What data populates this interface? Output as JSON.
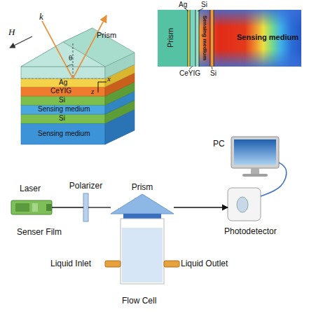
{
  "diagram": {
    "nodes": [
      {
        "text": [
          "Prism"
        ]
      },
      {
        "text": [
          "Ag"
        ]
      },
      {
        "text": [
          "CeYIG"
        ]
      },
      {
        "text": [
          "Si"
        ]
      },
      {
        "text": [
          "Sensing medium"
        ]
      },
      {
        "text": [
          "Si"
        ]
      },
      {
        "text": [
          "Sensing medium"
        ]
      },
      {
        "text": [
          "PC"
        ]
      },
      {
        "text": [
          "Laser"
        ]
      },
      {
        "text": [
          "Polarizer"
        ]
      },
      {
        "text": [
          "Prism"
        ]
      },
      {
        "text": [
          "Photodetector"
        ]
      },
      {
        "text": [
          "Flow Cell"
        ]
      }
    ],
    "edges": [
      {
        "from": 8,
        "to": 9,
        "arrow": "none"
      },
      {
        "from": 9,
        "to": 10,
        "arrow": "none"
      },
      {
        "from": 10,
        "to": 11,
        "arrow": "to"
      },
      {
        "from": 11,
        "to": 7,
        "arrow": "none"
      }
    ],
    "labels": [
      "k",
      "Ag",
      "Si",
      "H",
      "θ",
      "Prism",
      "Sensing medium",
      "Sensing medium",
      "x",
      "z",
      "CeYIG",
      "Si",
      "Senser Film",
      "Liquid Inlet",
      "Liquid Outlet"
    ]
  }
}
